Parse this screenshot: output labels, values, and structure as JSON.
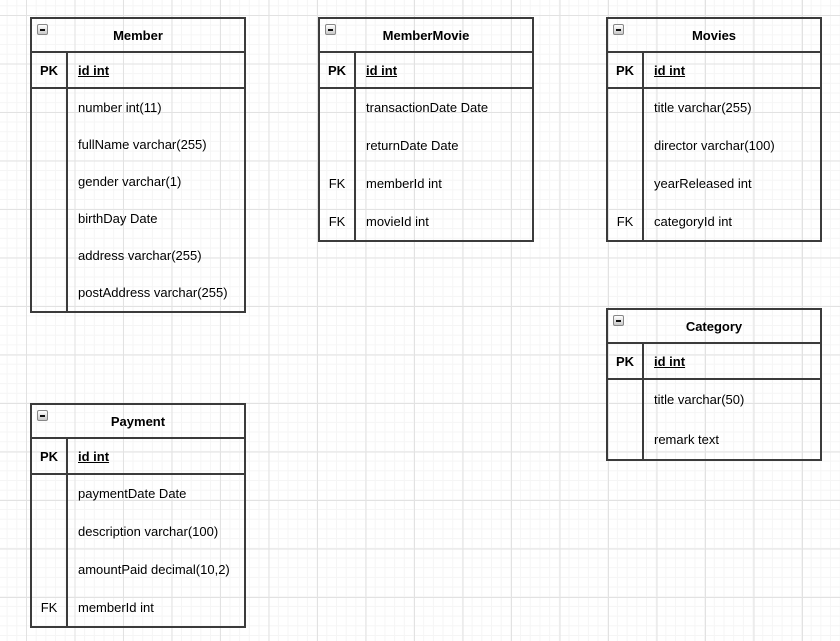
{
  "icons": {
    "collapse": "minus-square"
  },
  "style": {
    "border_color": "#3b3b3b",
    "background": "#ffffff",
    "grid_minor_color": "#f5f5f5",
    "grid_major_color": "#e2e2e2",
    "text_color": "#000000"
  },
  "tables": [
    {
      "title": "Member",
      "pk": {
        "key": "PK",
        "field": "id int"
      },
      "rows": [
        {
          "key": "",
          "field": "number int(11)"
        },
        {
          "key": "",
          "field": "fullName varchar(255)"
        },
        {
          "key": "",
          "field": "gender varchar(1)"
        },
        {
          "key": "",
          "field": "birthDay Date"
        },
        {
          "key": "",
          "field": "address varchar(255)"
        },
        {
          "key": "",
          "field": "postAddress varchar(255)"
        }
      ]
    },
    {
      "title": "MemberMovie",
      "pk": {
        "key": "PK",
        "field": "id int"
      },
      "rows": [
        {
          "key": "",
          "field": "transactionDate Date"
        },
        {
          "key": "",
          "field": "returnDate Date"
        },
        {
          "key": "FK",
          "field": "memberId int"
        },
        {
          "key": "FK",
          "field": "movieId int"
        }
      ]
    },
    {
      "title": "Movies",
      "pk": {
        "key": "PK",
        "field": "id int"
      },
      "rows": [
        {
          "key": "",
          "field": "title varchar(255)"
        },
        {
          "key": "",
          "field": "director varchar(100)"
        },
        {
          "key": "",
          "field": "yearReleased int"
        },
        {
          "key": "FK",
          "field": "categoryId int"
        }
      ]
    },
    {
      "title": "Category",
      "pk": {
        "key": "PK",
        "field": "id int"
      },
      "rows": [
        {
          "key": "",
          "field": "title varchar(50)"
        },
        {
          "key": "",
          "field": "remark text"
        }
      ]
    },
    {
      "title": "Payment",
      "pk": {
        "key": "PK",
        "field": "id int"
      },
      "rows": [
        {
          "key": "",
          "field": "paymentDate Date"
        },
        {
          "key": "",
          "field": "description varchar(100)"
        },
        {
          "key": "",
          "field": "amountPaid decimal(10,2)"
        },
        {
          "key": "FK",
          "field": "memberId int"
        }
      ]
    }
  ]
}
